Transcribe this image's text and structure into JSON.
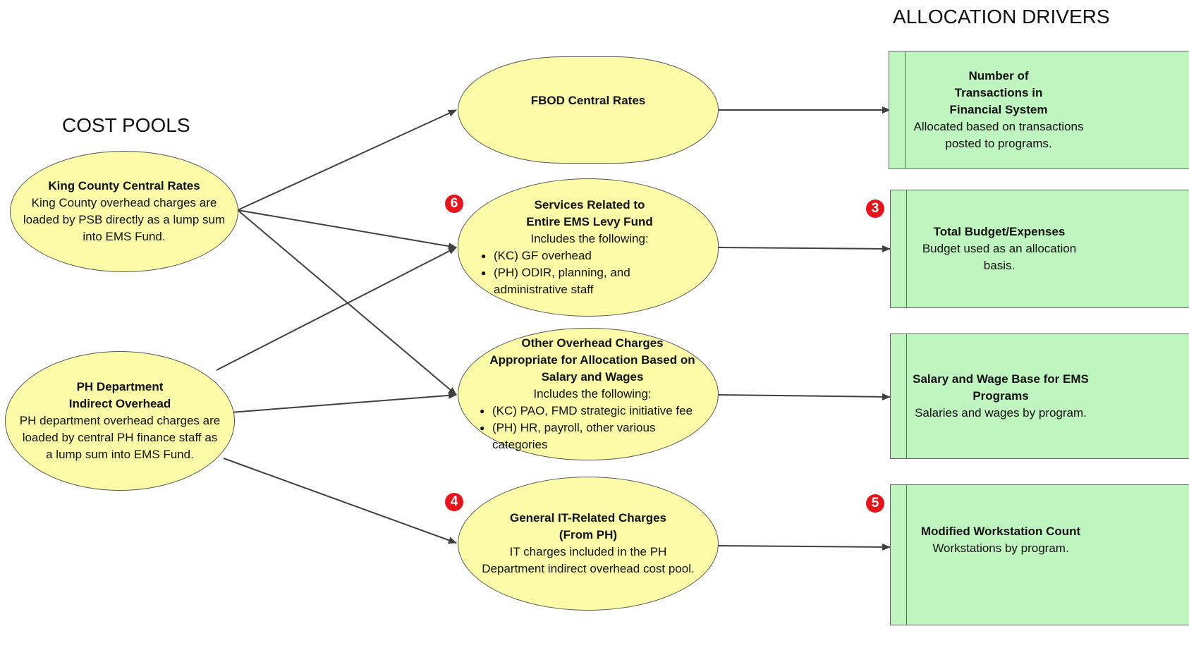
{
  "headings": {
    "cost_pools": "COST POOLS",
    "allocation_drivers": "ALLOCATION DRIVERS"
  },
  "cost_pools": [
    {
      "title": "King County Central Rates",
      "text": "King County overhead charges are loaded by PSB directly as a lump sum into EMS Fund."
    },
    {
      "title": "PH Department Indirect Overhead",
      "text": "PH department overhead charges are loaded by central PH finance staff as a lump sum into EMS Fund."
    }
  ],
  "intermediate": [
    {
      "title": "FBOD Central Rates"
    },
    {
      "badge": "6",
      "title_line1": "Services Related to",
      "title_line2": "Entire EMS Levy Fund",
      "intro": "Includes the following:",
      "bullets": [
        "(KC) GF overhead",
        "(PH) ODIR, planning, and administrative staff"
      ]
    },
    {
      "title_line1": "Other Overhead Charges",
      "title_line2": "Appropriate for Allocation Based on",
      "title_line3": "Salary and Wages",
      "intro": "Includes the following:",
      "bullets": [
        "(KC) PAO, FMD strategic initiative fee",
        "(PH) HR, payroll, other various categories"
      ]
    },
    {
      "badge": "4",
      "title_line1": "General IT-Related Charges",
      "title_line2": "(From PH)",
      "text": "IT charges included in the PH Department indirect overhead cost pool."
    }
  ],
  "drivers": [
    {
      "title": "Number of Transactions in Financial System",
      "text": "Allocated based on transactions posted to programs."
    },
    {
      "badge": "3",
      "title": "Total Budget/Expenses",
      "text": "Budget used as an allocation basis."
    },
    {
      "title": "Salary and Wage Base for EMS Programs",
      "text": "Salaries and wages by program."
    },
    {
      "badge": "5",
      "title": "Modified Workstation Count",
      "text": "Workstations by program."
    }
  ],
  "colors": {
    "ellipse_fill": "#fcfca8",
    "driver_fill": "#bff5bf",
    "badge": "#e8141c",
    "arrow": "#404040"
  }
}
